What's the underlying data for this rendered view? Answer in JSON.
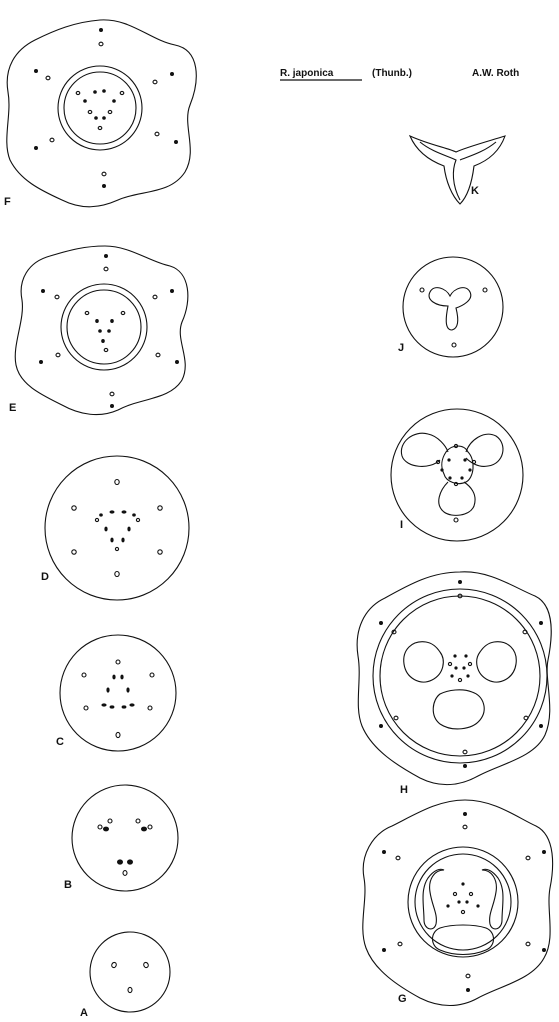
{
  "title": {
    "species": "R. japonica",
    "authority_a": "(Thunb.)",
    "authority_b": "A.W. Roth"
  },
  "panels": {
    "A": "A",
    "B": "B",
    "C": "C",
    "D": "D",
    "E": "E",
    "F": "F",
    "G": "G",
    "H": "H",
    "I": "I",
    "J": "J",
    "K": "K"
  },
  "colors": {
    "ink": "#111111",
    "paper": "#ffffff"
  }
}
